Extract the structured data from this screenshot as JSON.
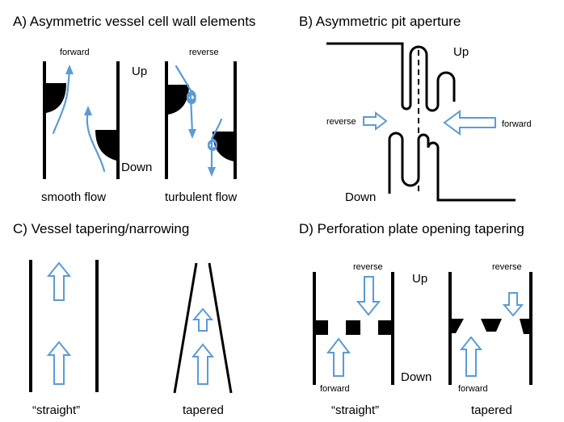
{
  "panels": {
    "a": {
      "title": "A) Asymmetric vessel cell wall elements",
      "forward": "forward",
      "reverse": "reverse",
      "up": "Up",
      "down": "Down",
      "left_caption": "smooth flow",
      "right_caption": "turbulent flow"
    },
    "b": {
      "title": "B) Asymmetric pit aperture",
      "up": "Up",
      "down": "Down",
      "reverse": "reverse",
      "forward": "forward"
    },
    "c": {
      "title": "C) Vessel tapering/narrowing",
      "left_caption": "“straight”",
      "right_caption": "tapered"
    },
    "d": {
      "title": "D) Perforation plate opening tapering",
      "reverse_left": "reverse",
      "reverse_right": "reverse",
      "up": "Up",
      "down": "Down",
      "forward_left": "forward",
      "forward_right": "forward",
      "left_caption": "“straight”",
      "right_caption": "tapered"
    }
  },
  "colors": {
    "flow": "#5b9bd5",
    "wall": "#000000"
  }
}
